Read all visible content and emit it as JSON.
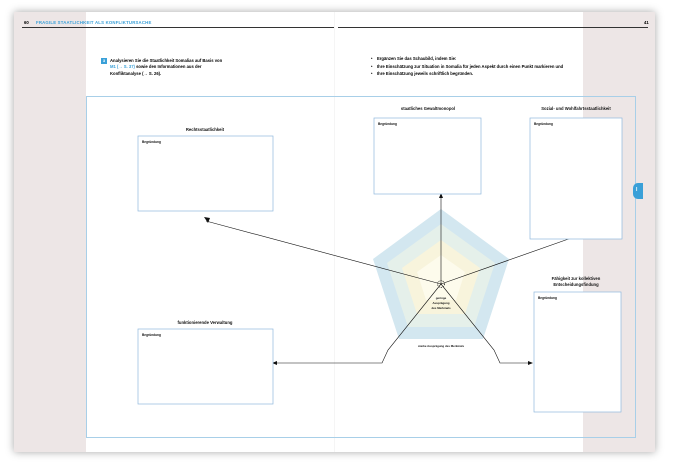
{
  "header": {
    "page_left": "60",
    "chapter_title": "FRAGILE STAATLICHKEIT ALS KONFLIKTURSACHE",
    "page_right": "41"
  },
  "task": {
    "number": "3",
    "line1": "Analysieren Sie die Staatlichkeit Somalias auf Basis von",
    "ref_m1": "M1",
    "ref_m1_page": "(→ S. 37)",
    "line2_rest": "sowie den Informationen aus der",
    "line3": "Konfliktanalyse",
    "ref_page2": "(→ S. 26)."
  },
  "instructions": [
    "Ergänzen Sie das Schaubild, indem Sie:",
    "Ihre Einschätzung zur Situation in Somalia für jeden Aspekt durch einen Punkt markieren und",
    "Ihre Einschätzung jeweils schriftlich begründen."
  ],
  "diagram": {
    "dimensions": [
      {
        "label": "Rechtsstaatlichkeit",
        "box_label": "Begründung"
      },
      {
        "label": "staatliches Gewaltmonopol",
        "box_label": "Begründung"
      },
      {
        "label": "Sozial- und Wohlfahrtsstaatlichkeit",
        "box_label": "Begründung"
      },
      {
        "label": "Fähigkeit zur kollektiven",
        "label2": "Entscheidungsfindung",
        "box_label": "Begründung"
      },
      {
        "label": "funktionierende Verwaltung",
        "box_label": "Begründung"
      }
    ],
    "center_label": [
      "geringe",
      "Ausprägung",
      "des Merkmals"
    ],
    "outer_label": "starke Ausprägung des Merkmals"
  },
  "side_tab": "I",
  "colors": {
    "accent": "#3aa0d8",
    "ring_outer": "#d3e7f0",
    "ring_middle": "#e5f0ea",
    "ring_inner": "#f8f4dc",
    "page_gutter": "#ede6e6"
  }
}
